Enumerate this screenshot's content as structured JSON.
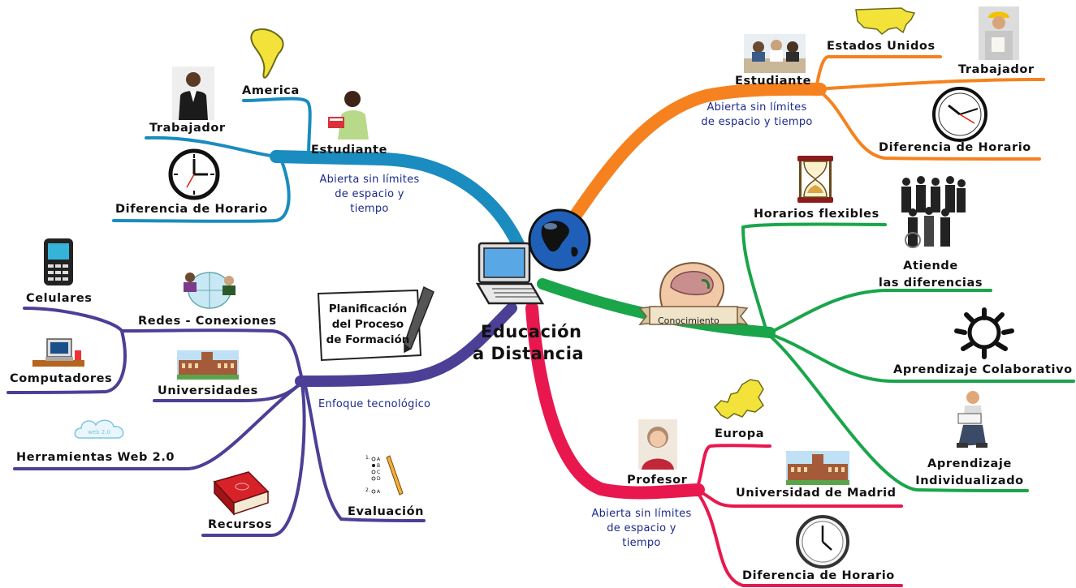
{
  "center": {
    "title_line1": "Educación",
    "title_line2": "a Distancia"
  },
  "colors": {
    "blue_branch": "#1a8cbf",
    "orange_branch": "#f5821f",
    "green_branch": "#1aa54a",
    "red_branch": "#e8184f",
    "purple_branch": "#4b3f96",
    "note_text": "#1b2a8a"
  },
  "branches": {
    "top_left": {
      "main": "Estudiante",
      "note_line1": "Abierta sin límites",
      "note_line2": "de espacio y",
      "note_line3": "tiempo",
      "sub1": "America",
      "sub2": "Trabajador",
      "sub3": "Diferencia de Horario"
    },
    "top_right": {
      "main": "Estudiante",
      "note_line1": "Abierta sin límites",
      "note_line2": "de espacio y tiempo",
      "sub1": "Estados Unidos",
      "sub2": "Trabajador",
      "sub3": "Diferencia de Horario"
    },
    "right": {
      "ribbon": "Conocimiento",
      "sub1": "Horarios flexibles",
      "sub2_line1": "Atiende",
      "sub2_line2": "las diferencias",
      "sub3": "Aprendizaje Colaborativo",
      "sub4_line1": "Aprendizaje",
      "sub4_line2": "Individualizado"
    },
    "bottom_right": {
      "main": "Profesor",
      "note_line1": "Abierta sin límites",
      "note_line2": "de espacio y",
      "note_line3": "tiempo",
      "sub1": "Europa",
      "sub2": "Universidad de Madrid",
      "sub3": "Diferencia de Horario"
    },
    "left": {
      "plan_line1": "Planificación",
      "plan_line2": "del Proceso",
      "plan_line3": "de Formación",
      "note": "Enfoque tecnológico",
      "sub_redes": "Redes - Conexiones",
      "sub_celulares": "Celulares",
      "sub_computadores": "Computadores",
      "sub_universidades": "Universidades",
      "sub_web": "Herramientas Web 2.0",
      "sub_recursos": "Recursos",
      "sub_evaluacion": "Evaluación"
    }
  },
  "icons": [
    "globe-icon",
    "laptop-icon",
    "south-america-map-icon",
    "businesswoman-icon",
    "student-girl-icon",
    "clock-icon",
    "students-classroom-icon",
    "usa-map-icon",
    "worker-helmet-icon",
    "hourglass-icon",
    "crowd-people-icon",
    "head-brain-icon",
    "people-circle-icon",
    "reading-boy-icon",
    "europe-map-icon",
    "teacher-woman-icon",
    "university-building-icon",
    "wall-clock-icon",
    "mobile-phone-icon",
    "network-people-icon",
    "desktop-computer-icon",
    "web-cloud-icon",
    "red-book-icon",
    "checklist-test-icon",
    "document-pen-icon"
  ]
}
